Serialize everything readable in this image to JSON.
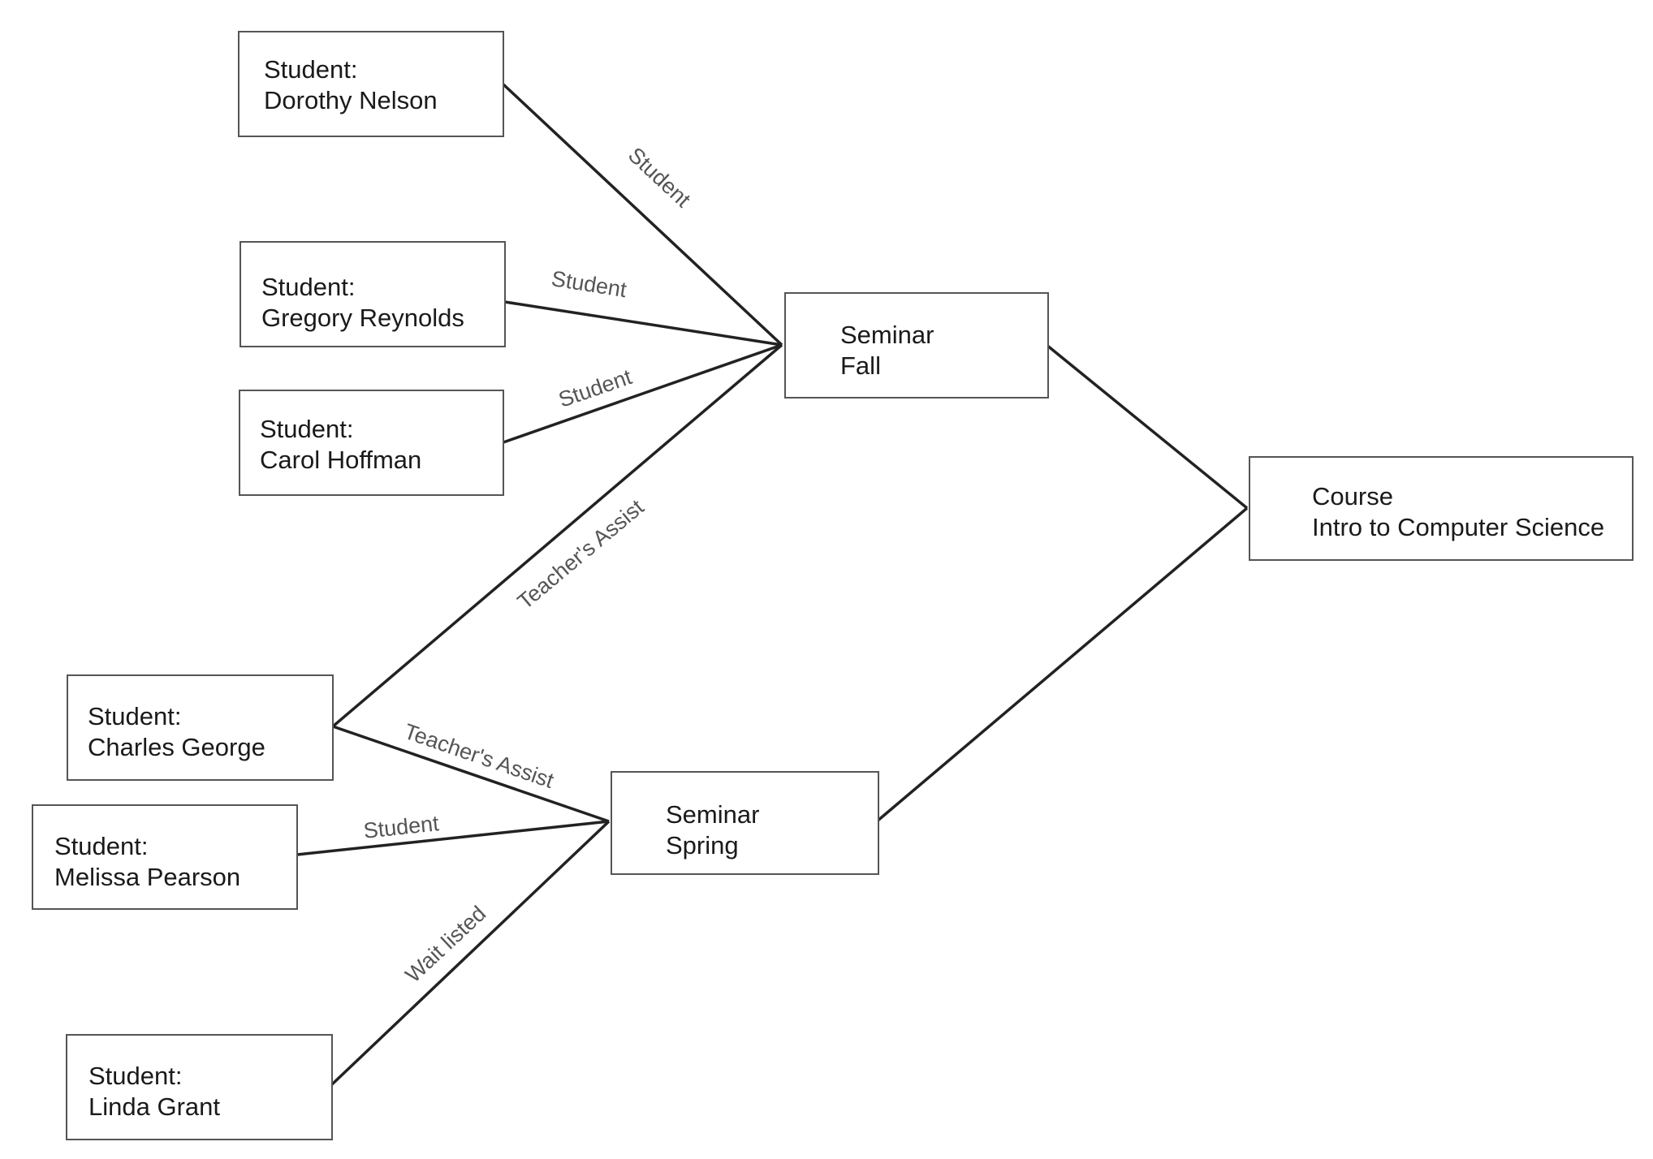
{
  "nodes": {
    "dorothy": {
      "line1": "Student:",
      "line2": "Dorothy Nelson"
    },
    "gregory": {
      "line1": "Student:",
      "line2": "Gregory Reynolds"
    },
    "carol": {
      "line1": "Student:",
      "line2": "Carol Hoffman"
    },
    "charles": {
      "line1": "Student:",
      "line2": "Charles George"
    },
    "melissa": {
      "line1": "Student:",
      "line2": "Melissa Pearson"
    },
    "linda": {
      "line1": "Student:",
      "line2": "Linda Grant"
    },
    "fall": {
      "line1": "Seminar",
      "line2": "Fall"
    },
    "spring": {
      "line1": "Seminar",
      "line2": "Spring"
    },
    "course": {
      "line1": "Course",
      "line2": "Intro to Computer Science"
    }
  },
  "edges": {
    "dorothy_fall": {
      "label": "Student"
    },
    "gregory_fall": {
      "label": "Student"
    },
    "carol_fall": {
      "label": "Student"
    },
    "charles_fall": {
      "label": "Teacher's Assist"
    },
    "charles_spring": {
      "label": "Teacher's Assist"
    },
    "melissa_spring": {
      "label": "Student"
    },
    "linda_spring": {
      "label": "Wait listed"
    },
    "fall_course": {
      "label": ""
    },
    "spring_course": {
      "label": ""
    }
  }
}
